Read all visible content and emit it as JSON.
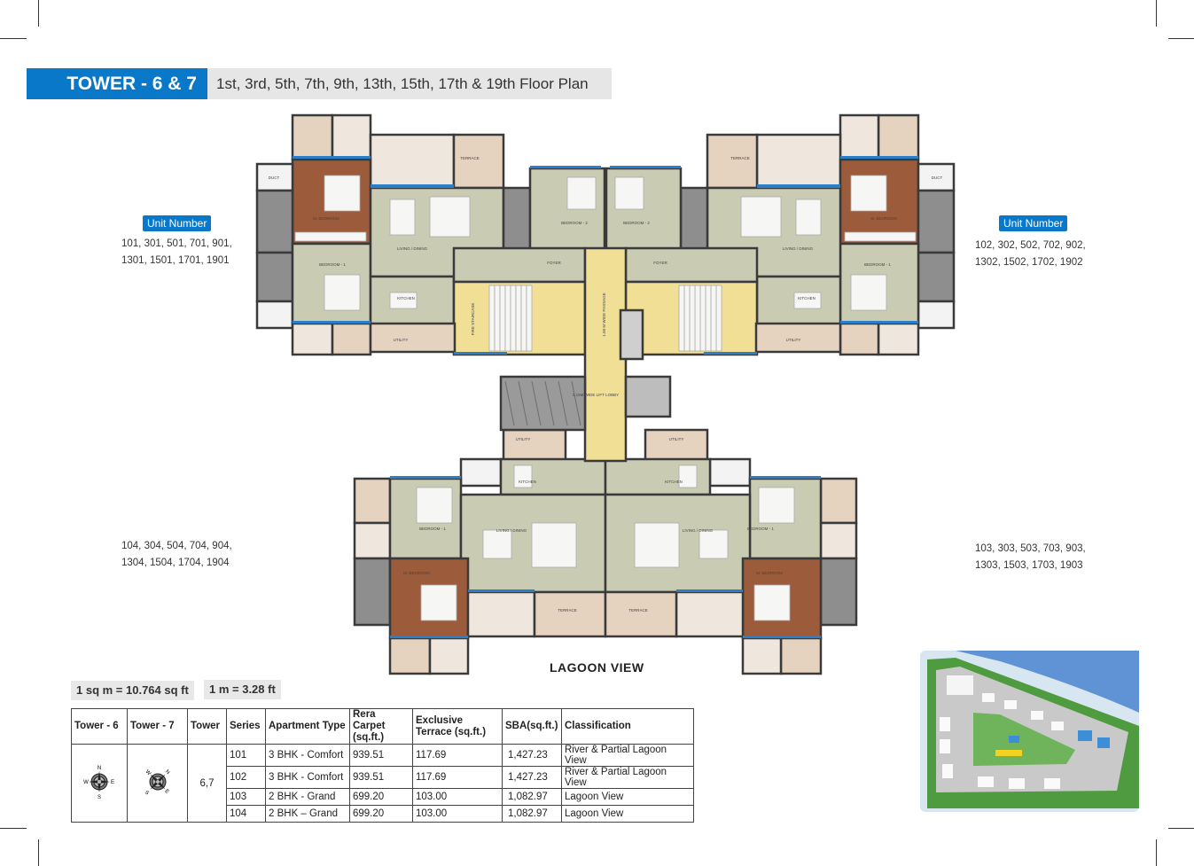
{
  "header": {
    "tower_title": "TOWER - 6 & 7",
    "floor_plan_title": "1st, 3rd, 5th, 7th, 9th, 13th, 15th, 17th & 19th Floor Plan"
  },
  "units": {
    "top_left": {
      "badge": "Unit Number",
      "line1": "101, 301, 501, 701, 901,",
      "line2": "1301, 1501, 1701, 1901"
    },
    "top_right": {
      "badge": "Unit Number",
      "line1": "102, 302, 502, 702, 902,",
      "line2": "1302, 1502, 1702, 1902"
    },
    "bottom_left": {
      "line1": "104, 304, 504, 704, 904,",
      "line2": "1304, 1504, 1704, 1904"
    },
    "bottom_right": {
      "line1": "103, 303, 503, 703, 903,",
      "line2": "1303, 1503, 1703, 1903"
    }
  },
  "floor_plan": {
    "view_label": "LAGOON VIEW",
    "room_labels": {
      "living": "LIVING / DINING",
      "kitchen": "KITCHEN",
      "master": "M. BEDROOM",
      "bedroom1": "BEDROOM - 1",
      "bedroom2": "BEDROOM - 2",
      "foyer": "FOYER",
      "terrace": "TERRACE",
      "utility": "UTILITY",
      "duct": "DUCT",
      "fire_stair": "FIRE STAIRCASE",
      "passage": "1.50 M WIDE PASSAGE",
      "lift_lobby": "2.15M WIDE LIFT LOBBY"
    },
    "colors": {
      "living": "#c9ccb3",
      "master_bedroom": "#9c5b3b",
      "terrace": "#e5d2bf",
      "terrace_below": "#efe7de",
      "toilet": "#8e8e8e",
      "staircase": "#f0df95",
      "wall": "#3a3a3a",
      "window": "#2a7fc8"
    }
  },
  "conversions": {
    "area": "1 sq m = 10.764 sq ft",
    "length": "1 m = 3.28 ft"
  },
  "table": {
    "headers": [
      "Tower - 6",
      "Tower - 7",
      "Tower",
      "Series",
      "Apartment Type",
      "Rera Carpet (sq.ft.)",
      "Exclusive Terrace (sq.ft.)",
      "SBA(sq.ft.)",
      "Classification"
    ],
    "tower": "6,7",
    "compass_letters": {
      "n": "N",
      "e": "E",
      "s": "S",
      "w": "W"
    },
    "rows": [
      {
        "series": "101",
        "type": "3 BHK - Comfort",
        "carpet": "939.51",
        "terrace": "117.69",
        "sba": "1,427.23",
        "classification": "River & Partial Lagoon View"
      },
      {
        "series": "102",
        "type": "3 BHK - Comfort",
        "carpet": "939.51",
        "terrace": "117.69",
        "sba": "1,427.23",
        "classification": "River & Partial Lagoon View"
      },
      {
        "series": "103",
        "type": "2 BHK - Grand",
        "carpet": "699.20",
        "terrace": "103.00",
        "sba": "1,082.97",
        "classification": "Lagoon View"
      },
      {
        "series": "104",
        "type": "2 BHK – Grand",
        "carpet": "699.20",
        "terrace": "103.00",
        "sba": "1,082.97",
        "classification": "Lagoon View"
      }
    ]
  },
  "site_map": {
    "icon": "site-plan-map",
    "colors": {
      "water": "#5f93d6",
      "greenery": "#5aa548",
      "road": "#c9c9c9"
    }
  }
}
